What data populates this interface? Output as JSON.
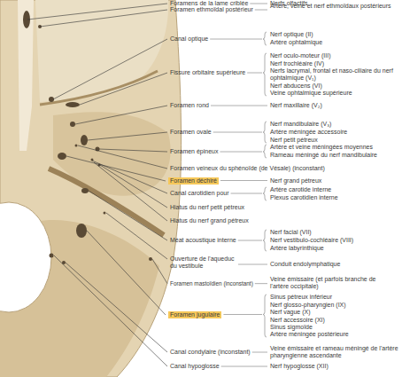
{
  "diagram": {
    "nodes": [
      {
        "text": [
          "Foramen déchiré"
        ]
      },
      {
        "text": [
          "Foramen jugulaire"
        ]
      }
    ],
    "labels": [
      "Foramens de la lame criblée",
      "Nerfs olfactifs",
      "Foramen ethmoïdal postérieur",
      "Artère, veine et nerf ethmoïdaux postérieurs",
      "Canal optique",
      "Nerf optique (II)",
      "Artère ophtalmique",
      "Fissure orbitaire supérieure",
      "Nerf oculo-moteur (III)",
      "Nerf trochléaire (IV)",
      "Nerfs lacrymal, frontal et naso-ciliaire du nerf ophtalmique (V₁)",
      "Nerf abducens (VI)",
      "Veine ophtalmique supérieure",
      "Foramen rond",
      "Nerf maxillaire (V₂)",
      "Foramen ovale",
      "Nerf mandibulaire (V₃)",
      "Artère méningée accessoire",
      "Nerf petit pétreux",
      "Foramen épineux",
      "Artère et veine méningées moyennes",
      "Rameau méningé du nerf mandibulaire",
      "Foramen veineux du sphénoïde (de Vésale) (inconstant)",
      "Nerf grand pétreux",
      "Canal carotidien pour",
      "Artère carotide interne",
      "Plexus carotidien interne",
      "Hiatus du nerf petit pétreux",
      "Hiatus du nerf grand pétreux",
      "Méat acoustique interne",
      "Nerf facial (VII)",
      "Nerf vestibulo-cochléaire (VIII)",
      "Artère labyrinthique",
      "Ouverture de l'aqueduc du vestibule",
      "Conduit endolymphatique",
      "Foramen mastoïdien (inconstant)",
      "Veine émissaire (et parfois branche de l'artère occipitale)",
      "Sinus pétreux inférieur",
      "Nerf glosso-pharyngien (IX)",
      "Nerf vague (X)",
      "Nerf accessoire (XI)",
      "Sinus sigmoïde",
      "Artère méningée postérieure",
      "Canal condylaire (inconstant)",
      "Veine émissaire et rameau méningé de l'artère pharyngienne ascendante",
      "Canal hypoglosse",
      "Nerf hypoglosse (XII)"
    ]
  }
}
